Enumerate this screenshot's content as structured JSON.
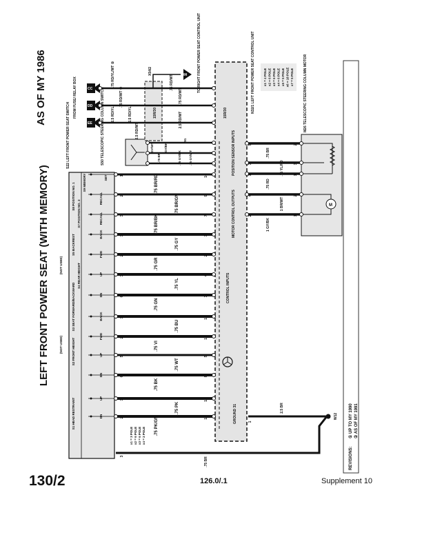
{
  "title": "LEFT FRONT POWER SEAT (WITH MEMORY)",
  "as_of": "AS OF MY 1986",
  "footer": {
    "page": "130/2",
    "code": "126.0/.1",
    "supplement": "Supplement 10"
  },
  "revisions": {
    "label": "REVISIONS:",
    "r1": "① UP TO MY 1990",
    "r2": "② AS OF MY 1991"
  },
  "sources": {
    "cc": "CC",
    "dd": "DD",
    "ee": "EE",
    "hh": "HH",
    "from_label": "FROM FUSE/ RELAY BOX",
    "to_label": "TO RIGHT FRONT POWER SEAT CONTROL UNIT"
  },
  "connector_x54": {
    "label": "X54/2",
    "inner": "15R/30"
  },
  "supply_wires": [
    ".75 RD/YL/WT ②",
    ".75 RD/WT ①",
    "2.5 RD/YL",
    "2.5 RD/WT",
    ".75 RD/WT",
    "2.5 RD/YL",
    "2.5 RD/WT",
    ".75 RD/WT"
  ],
  "s22": {
    "label": "S22 LEFT FRONT POWER SEAT SWITCH"
  },
  "s50": {
    "label": "S50 TELESCOPIC STEERING COLUMN SWITCH",
    "wires": [
      "GY/WT",
      ".75 BR",
      "GY/BK",
      ".75 GY/BK",
      ".75 GY/WT"
    ],
    "ground": "W1"
  },
  "switches": [
    "S1 HEAD RESTRAINT",
    "S2 FRONT HEIGHT",
    "S3 SEAT FORWARD/BACKWARD",
    "S4 REAR HEIGHT",
    "S5 BACKREST",
    "S7 POSITION NO. 2",
    "S8 POSITION NO. 1",
    "S9 MEMORY",
    "(NOT USED)",
    "(NOT USED)"
  ],
  "switch_positions": [
    "SET",
    "RECALL",
    "RECALL",
    "BACK",
    "FWD",
    "UP",
    "DN",
    "BACK",
    "FWD",
    "UP",
    "DN",
    "UP",
    "DN"
  ],
  "switch_poles": [
    "x1 = 3 POLE",
    "x2 = 6 POLE",
    "x3 = 6 POLE",
    "x4 = 2 POLE"
  ],
  "wires": [
    {
      "label": ".75 BR/RD",
      "a": "1",
      "b": "10"
    },
    {
      "label": ".75 BR/GN",
      "a": "2",
      "b": "9"
    },
    {
      "label": ".75 BR/BK",
      "a": "3",
      "b": "7"
    },
    {
      "label": ".75 GY",
      "a": "1",
      "b": "1"
    },
    {
      "label": ".75 GR",
      "a": "2",
      "b": "2"
    },
    {
      "label": ".75 YL",
      "a": "3",
      "b": "4"
    },
    {
      "label": ".75 GN",
      "a": "6",
      "b": "3"
    },
    {
      "label": ".75 BU",
      "a": "1",
      "b": "13"
    },
    {
      "label": ".75 VI",
      "a": "2",
      "b": "14"
    },
    {
      "label": ".75 WT",
      "a": "5",
      "b": "5"
    },
    {
      "label": ".75 BK",
      "a": "6",
      "b": "8"
    },
    {
      "label": ".75 PK",
      "a": "1",
      "b": "12"
    },
    {
      "label": ".75 PK/GN",
      "a": "2",
      "b": "11"
    }
  ],
  "ground_wire": {
    "label": ".75 BR",
    "pin": "3",
    "main": "2.5 BR",
    "unit_pin": "1",
    "unit_label": "GROUND 31",
    "point": "W12"
  },
  "control_unit": {
    "label": "N32/1 LEFT FRONT POWER SEAT CONTROL UNIT",
    "groups": [
      "CONTROL INPUTS",
      "MOTOR CONTROL OUTPUTS",
      "POSITION SENSOR INPUTS",
      "15R/30"
    ],
    "poles": [
      "x1 = 4 POLE",
      "x2 = 6 POLE",
      "x3 = 6 POLE",
      "x4 = 6 POLE",
      "x5 = 5 POLE",
      "x6 = 18 POLE",
      "x7 = 5 POLE"
    ]
  },
  "motor_wires": [
    {
      "label": ".75 BR",
      "a": "5",
      "b": "2"
    },
    {
      "label": ".75 YL/RD",
      "a": "3",
      "b": "3"
    },
    {
      "label": ".75 RD",
      "a": "1",
      "b": "1"
    },
    {
      "label": "1 BR/WT",
      "a": "4",
      "b": "2"
    },
    {
      "label": "1 GY/BK",
      "a": "2",
      "b": "1"
    }
  ],
  "motor": {
    "label": "M26 TELESCOPIC STEERING COLUMN MOTOR",
    "symbol": "M"
  }
}
